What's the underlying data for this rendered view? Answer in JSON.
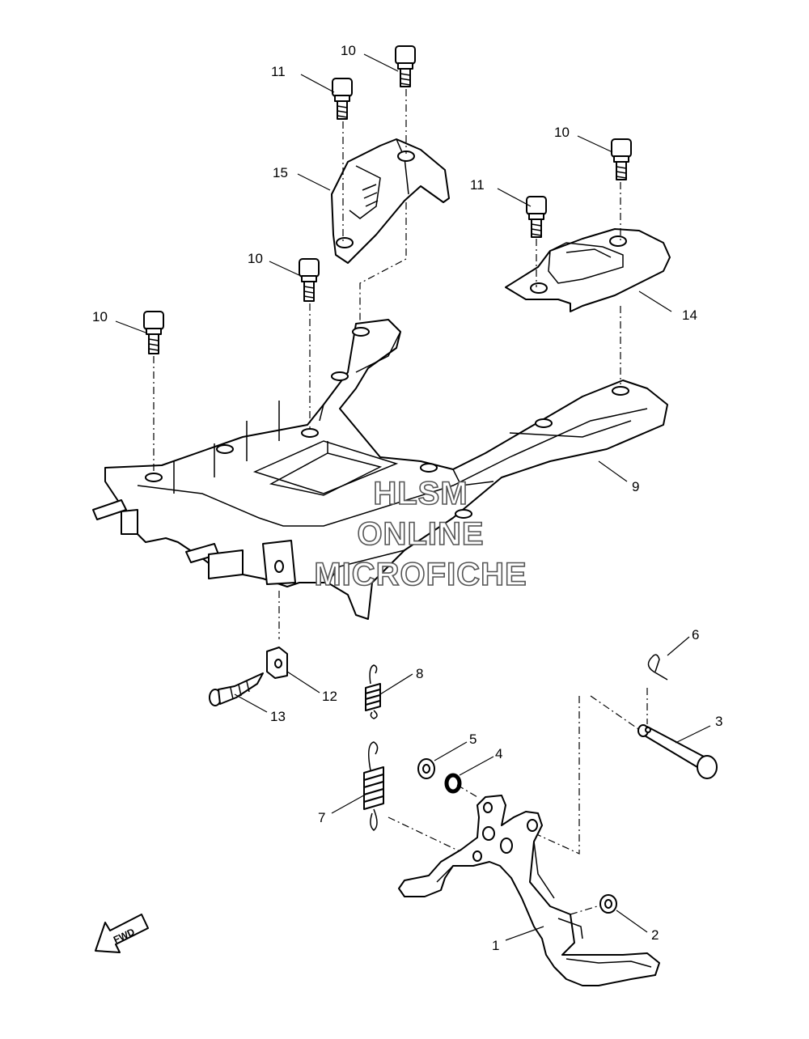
{
  "callouts": [
    {
      "id": "c1",
      "number": "1"
    },
    {
      "id": "c2",
      "number": "2"
    },
    {
      "id": "c3",
      "number": "3"
    },
    {
      "id": "c4",
      "number": "4"
    },
    {
      "id": "c5",
      "number": "5"
    },
    {
      "id": "c6",
      "number": "6"
    },
    {
      "id": "c7",
      "number": "7"
    },
    {
      "id": "c8",
      "number": "8"
    },
    {
      "id": "c9",
      "number": "9"
    },
    {
      "id": "c10a",
      "number": "10"
    },
    {
      "id": "c10b",
      "number": "10"
    },
    {
      "id": "c10c",
      "number": "10"
    },
    {
      "id": "c10d",
      "number": "10"
    },
    {
      "id": "c11a",
      "number": "11"
    },
    {
      "id": "c11b",
      "number": "11"
    },
    {
      "id": "c12",
      "number": "12"
    },
    {
      "id": "c13",
      "number": "13"
    },
    {
      "id": "c14",
      "number": "14"
    },
    {
      "id": "c15",
      "number": "15"
    }
  ],
  "watermark": {
    "line1": "HLSM",
    "line2": "ONLINE",
    "line3": "MICROFICHE"
  },
  "direction_marker": {
    "text": "FWD"
  },
  "colors": {
    "line": "#000000",
    "background": "#ffffff",
    "watermark_outline": "#555555"
  }
}
